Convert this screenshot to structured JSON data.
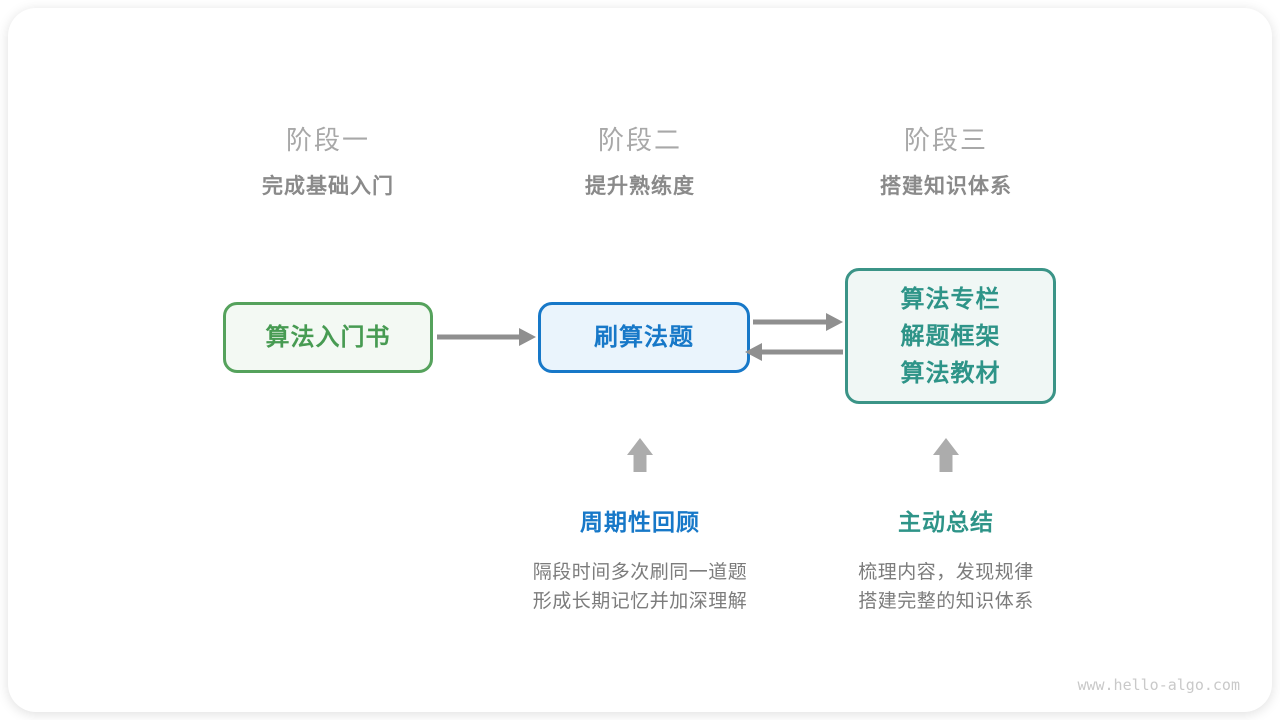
{
  "diagram": {
    "stages": [
      {
        "title": "阶段一",
        "subtitle": "完成基础入门"
      },
      {
        "title": "阶段二",
        "subtitle": "提升熟练度"
      },
      {
        "title": "阶段三",
        "subtitle": "搭建知识体系"
      }
    ],
    "nodes": {
      "intro_book": {
        "label": "算法入门书"
      },
      "practice": {
        "label": "刷算法题"
      },
      "resources": {
        "lines": [
          "算法专栏",
          "解题框架",
          "算法教材"
        ]
      }
    },
    "annotations": [
      {
        "title": "周期性回顾",
        "lines": [
          "隔段时间多次刷同一道题",
          "形成长期记忆并加深理解"
        ]
      },
      {
        "title": "主动总结",
        "lines": [
          "梳理内容，发现规律",
          "搭建完整的知识体系"
        ]
      }
    ],
    "watermark": "www.hello-algo.com"
  },
  "colors": {
    "card_bg": "#ffffff",
    "stage_title": "#a8a8a8",
    "stage_subtitle": "#8a8a8a",
    "green_border": "#55a25c",
    "green_fill": "#f3f9f3",
    "green_text": "#479b52",
    "blue_border": "#1778c8",
    "blue_fill": "#eaf4fc",
    "blue_text": "#1778c8",
    "teal_border": "#3b9487",
    "teal_fill": "#f0f7f5",
    "teal_text": "#2e9488",
    "arrow": "#8f8f8f",
    "up_arrow": "#acacac",
    "desc_text": "#7c7c7c",
    "watermark": "#c9c9c9"
  }
}
